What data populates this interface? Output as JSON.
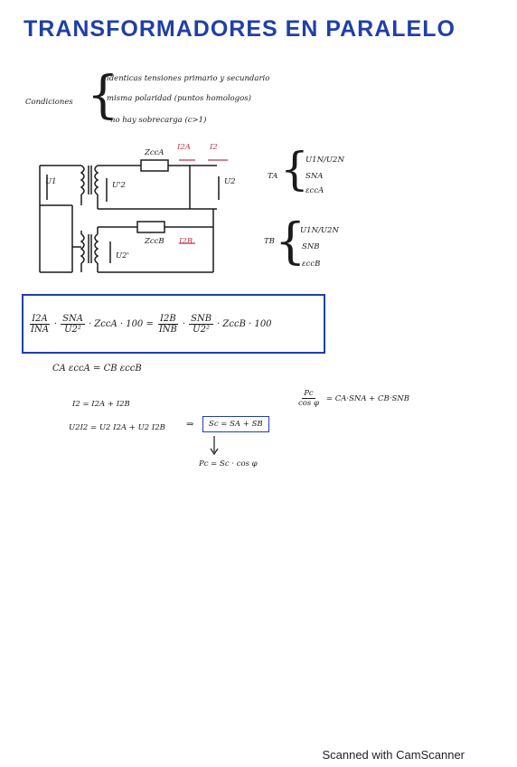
{
  "title": "TRANSFORMADORES EN PARALELO",
  "conditions": {
    "label": "Condiciones",
    "items": [
      "identicas tensiones primario y secundario",
      "misma polaridad (puntos homologos)",
      "no hay sobrecarga (c>1)"
    ]
  },
  "circuit": {
    "u1": "U1",
    "u2_prime_top": "U'2",
    "u2_prime_bottom": "U2'",
    "u2": "U2",
    "zcca": "ZccA",
    "zccb": "ZccB",
    "i2a": "I2A",
    "i2b": "I2B",
    "i2": "I2"
  },
  "ta": {
    "label": "TA",
    "items": [
      "U1N/U2N",
      "SNA",
      "εccA"
    ]
  },
  "tb": {
    "label": "TB",
    "items": [
      "U1N/U2N",
      "SNB",
      "εccB"
    ]
  },
  "main_formula": {
    "f1_num": "I2A",
    "f1_den": "INA",
    "f2_num": "SNA",
    "f2_den": "U2²",
    "f3": "· ZccA · 100 =",
    "f4_num": "I2B",
    "f4_den": "INB",
    "f5_num": "SNB",
    "f5_den": "U2²",
    "f6": "· ZccB · 100"
  },
  "note_eq": "CA εccA = CB εccB",
  "eq1": "I2 = I2A + I2B",
  "eq2": "U2I2 = U2 I2A + U2 I2B",
  "arrow": "⇒",
  "boxed_eq": "Sc = SA + SB",
  "eq3": "Pc = Sc · cos φ",
  "right_eq": {
    "num": "Pc",
    "den": "cos φ",
    "rhs": "= CA·SNA + CB·SNB"
  },
  "footer": "Scanned with CamScanner"
}
